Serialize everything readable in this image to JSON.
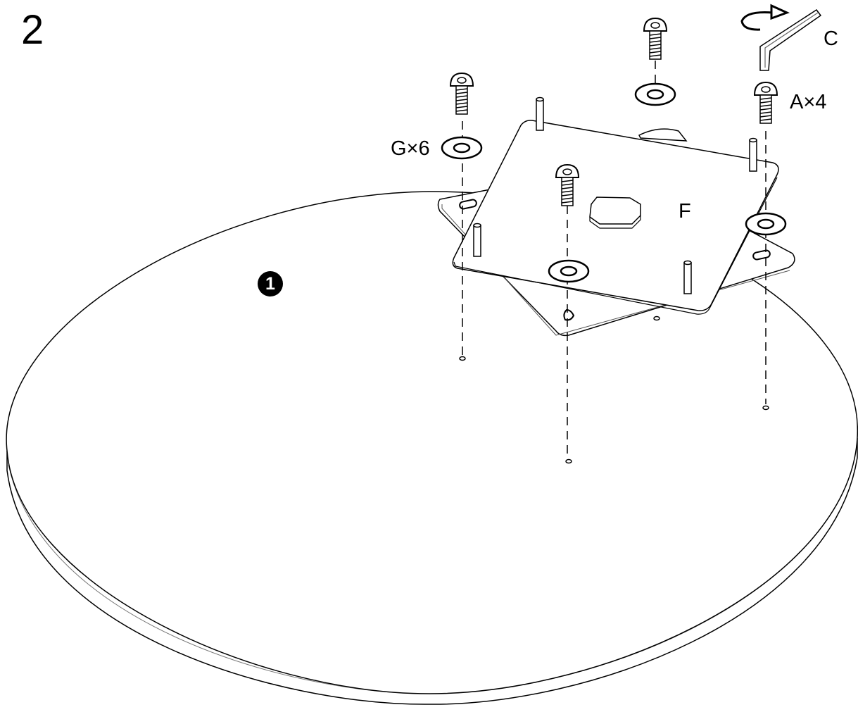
{
  "step_number": "2",
  "parts": {
    "screw": {
      "label": "A×4"
    },
    "hex_key": {
      "label": "C"
    },
    "washer": {
      "label": "G×6"
    },
    "plate": {
      "label": "F"
    },
    "tabletop": {
      "label": "1"
    }
  },
  "colors": {
    "line": "#000000",
    "fill": "#ffffff",
    "shade": "#d9d9d9"
  },
  "icons": [
    "screw-icon",
    "washer-icon",
    "hex-key-icon",
    "rotate-arrow-icon"
  ]
}
